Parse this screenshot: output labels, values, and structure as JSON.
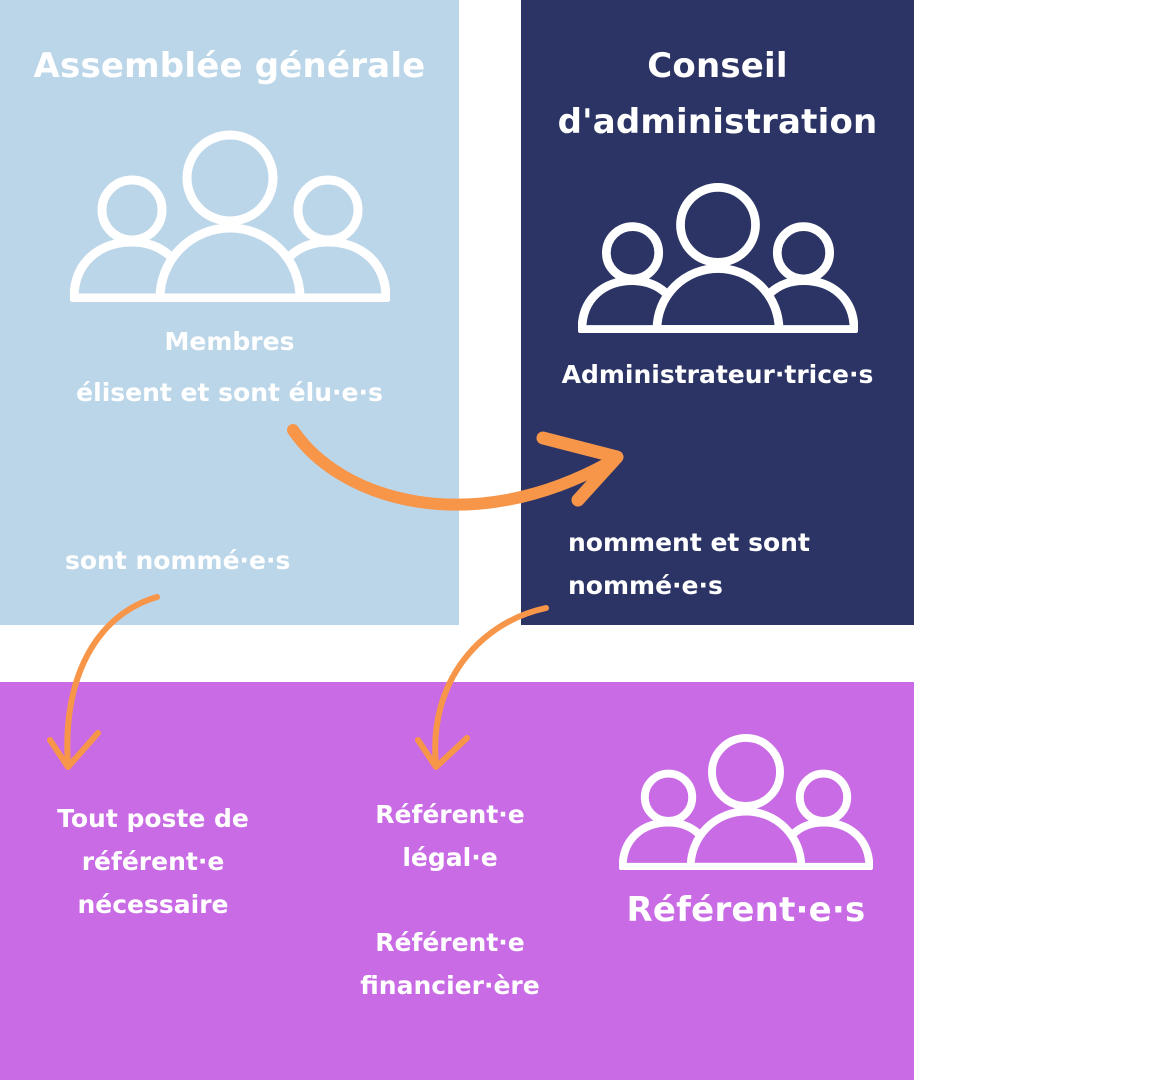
{
  "assemblee": {
    "title": "Assemblée générale",
    "line1": "Membres",
    "line2": "élisent et sont élu·e·s",
    "named": "sont nommé·e·s"
  },
  "conseil": {
    "title1": "Conseil",
    "title2": "d'administration",
    "members": "Administrateur·trice·s",
    "named1": "nomment et sont",
    "named2": "nommé·e·s"
  },
  "referents": {
    "title": "Référent·e·s",
    "poste1": "Tout poste de",
    "poste2": "référent·e",
    "poste3": "nécessaire",
    "legal1": "Référent·e",
    "legal2": "légal·e",
    "fin1": "Référent·e",
    "fin2": "financier·ère"
  },
  "colors": {
    "assemblee_bg": "#bcd6e9",
    "conseil_bg": "#2b3464",
    "referents_bg": "#c86be4",
    "arrow": "#f79649",
    "text": "#ffffff"
  },
  "icons": [
    "group-users-icon",
    "group-users-icon",
    "group-users-icon"
  ]
}
